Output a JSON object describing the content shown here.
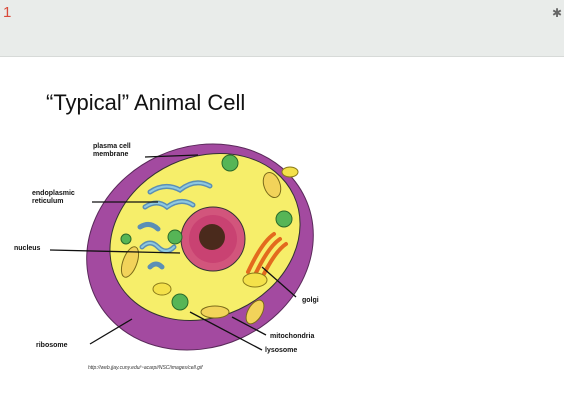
{
  "header": {
    "slide_number": "1",
    "star_icon": "star-icon"
  },
  "slide": {
    "title": "“Typical” Animal Cell",
    "labels": {
      "plasma_membrane_line1": "plasma cell",
      "plasma_membrane_line2": "membrane",
      "er_line1": "endoplasmic",
      "er_line2": "reticulum",
      "nucleus": "nucleus",
      "golgi": "golgi",
      "mitochondria": "mitochondria",
      "lysosome": "lysosome",
      "ribosome": "ribosome"
    },
    "source_url": "http://web.jjay.cuny.edu/~acarpi/NSC/images/cell.gif"
  },
  "colors": {
    "membrane": "#a34aa0",
    "cytoplasm": "#f6ee6a",
    "nucleus": "#d2557c",
    "er": "#8ec9e0",
    "golgi": "#e36a1e",
    "vesicle": "#56b556"
  }
}
